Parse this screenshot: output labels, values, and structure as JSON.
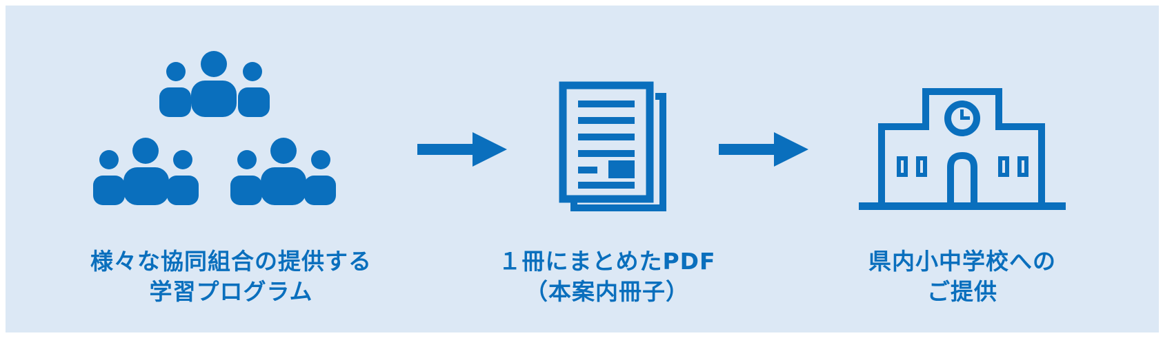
{
  "accent_color": "#0a6fbd",
  "background_color": "#dce8f5",
  "steps": [
    {
      "icon": "people-groups-icon",
      "line1": "様々な協同組合の提供する",
      "line2": "学習プログラム"
    },
    {
      "icon": "document-stack-icon",
      "line1": "１冊にまとめたPDF",
      "line2": "（本案内冊子）"
    },
    {
      "icon": "school-building-icon",
      "line1": "県内小中学校への",
      "line2": "ご提供"
    }
  ],
  "arrows": [
    {
      "icon": "arrow-right-icon"
    },
    {
      "icon": "arrow-right-icon"
    }
  ]
}
